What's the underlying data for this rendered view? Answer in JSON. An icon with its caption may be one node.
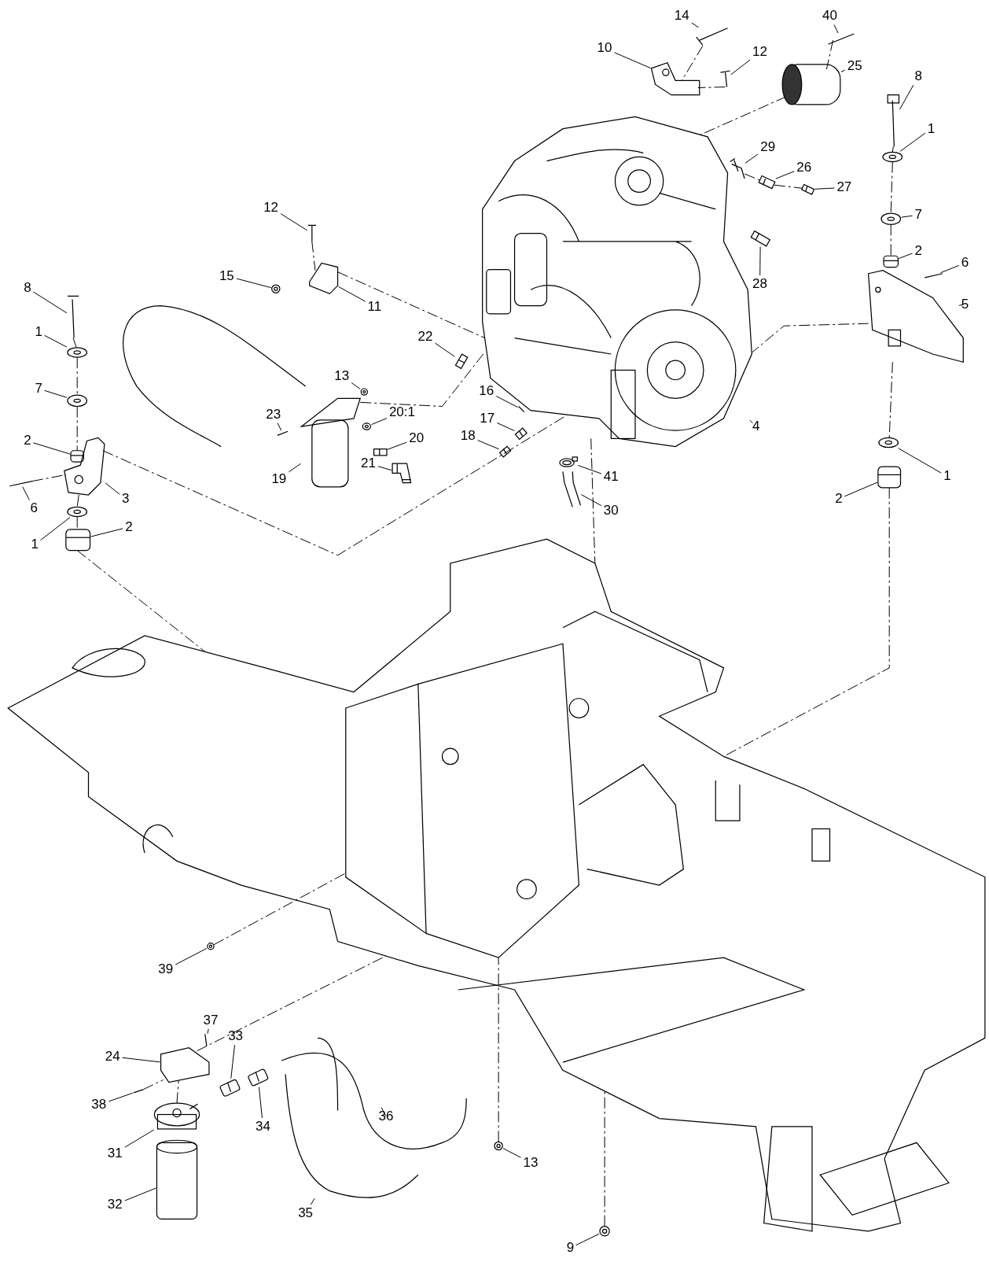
{
  "diagram": {
    "nodes": [
      {
        "text": [
          "14"
        ]
      },
      {
        "text": [
          "40"
        ]
      },
      {
        "text": [
          "10"
        ]
      },
      {
        "text": [
          "12"
        ]
      },
      {
        "text": [
          "25"
        ]
      },
      {
        "text": [
          "8"
        ]
      },
      {
        "text": [
          "1"
        ]
      },
      {
        "text": [
          "29"
        ]
      },
      {
        "text": [
          "26"
        ]
      },
      {
        "text": [
          "27"
        ]
      },
      {
        "text": [
          "7"
        ]
      },
      {
        "text": [
          "12"
        ]
      },
      {
        "text": [
          "2"
        ]
      },
      {
        "text": [
          "6"
        ]
      },
      {
        "text": [
          "15"
        ]
      },
      {
        "text": [
          "11"
        ]
      },
      {
        "text": [
          "28"
        ]
      },
      {
        "text": [
          "5"
        ]
      },
      {
        "text": [
          "8"
        ]
      },
      {
        "text": [
          "1"
        ]
      },
      {
        "text": [
          "22"
        ]
      },
      {
        "text": [
          "7"
        ]
      },
      {
        "text": [
          "13"
        ]
      },
      {
        "text": [
          "16"
        ]
      },
      {
        "text": [
          "4"
        ]
      },
      {
        "text": [
          "23"
        ]
      },
      {
        "text": [
          "20:1"
        ]
      },
      {
        "text": [
          "17"
        ]
      },
      {
        "text": [
          "20"
        ]
      },
      {
        "text": [
          "2"
        ]
      },
      {
        "text": [
          "18"
        ]
      },
      {
        "text": [
          "6"
        ]
      },
      {
        "text": [
          "3"
        ]
      },
      {
        "text": [
          "19"
        ]
      },
      {
        "text": [
          "21"
        ]
      },
      {
        "text": [
          "41"
        ]
      },
      {
        "text": [
          "1"
        ]
      },
      {
        "text": [
          "2"
        ]
      },
      {
        "text": [
          "30"
        ]
      },
      {
        "text": [
          "1"
        ]
      },
      {
        "text": [
          "2"
        ]
      },
      {
        "text": [
          "39"
        ]
      },
      {
        "text": [
          "37"
        ]
      },
      {
        "text": [
          "33"
        ]
      },
      {
        "text": [
          "24"
        ]
      },
      {
        "text": [
          "36"
        ]
      },
      {
        "text": [
          "38"
        ]
      },
      {
        "text": [
          "34"
        ]
      },
      {
        "text": [
          "31"
        ]
      },
      {
        "text": [
          "13"
        ]
      },
      {
        "text": [
          "32"
        ]
      },
      {
        "text": [
          "35"
        ]
      },
      {
        "text": [
          "9"
        ]
      },
      {
        "text": [],
        "shape": "picture"
      },
      {
        "text": [],
        "shape": "picture"
      },
      {
        "text": [],
        "shape": "picture"
      },
      {
        "text": [],
        "shape": "picture"
      },
      {
        "text": [],
        "shape": "picture"
      },
      {
        "text": [],
        "shape": "picture"
      },
      {
        "text": [],
        "shape": "picture"
      },
      {
        "text": [],
        "shape": "picture"
      },
      {
        "text": [],
        "shape": "picture"
      },
      {
        "text": [],
        "shape": "picture"
      },
      {
        "text": [],
        "shape": "picture"
      },
      {
        "text": [],
        "shape": "picture"
      },
      {
        "text": [],
        "shape": "picture"
      },
      {
        "text": [],
        "shape": "picture"
      },
      {
        "text": [],
        "shape": "picture"
      },
      {
        "text": [],
        "shape": "picture"
      },
      {
        "text": [],
        "shape": "picture"
      },
      {
        "text": [],
        "shape": "picture"
      },
      {
        "text": [],
        "shape": "picture"
      },
      {
        "text": [],
        "shape": "picture"
      },
      {
        "text": [],
        "shape": "picture"
      },
      {
        "text": [],
        "shape": "picture"
      },
      {
        "text": [],
        "shape": "picture"
      },
      {
        "text": [],
        "shape": "picture"
      },
      {
        "text": [],
        "shape": "picture"
      },
      {
        "text": [],
        "shape": "picture"
      },
      {
        "text": [],
        "shape": "picture"
      },
      {
        "text": [],
        "shape": "picture"
      },
      {
        "text": [],
        "shape": "picture"
      },
      {
        "text": [],
        "shape": "picture"
      },
      {
        "text": [],
        "shape": "picture"
      },
      {
        "text": [],
        "shape": "picture"
      },
      {
        "text": [],
        "shape": "picture"
      },
      {
        "text": [],
        "shape": "picture"
      },
      {
        "text": [],
        "shape": "picture"
      },
      {
        "text": [],
        "shape": "picture"
      },
      {
        "text": [],
        "shape": "picture"
      },
      {
        "text": [],
        "shape": "picture"
      },
      {
        "text": [],
        "shape": "picture"
      },
      {
        "text": [],
        "shape": "picture"
      },
      {
        "text": [],
        "shape": "picture"
      },
      {
        "text": [],
        "shape": "picture"
      },
      {
        "text": [],
        "shape": "picture"
      },
      {
        "text": [],
        "shape": "picture"
      },
      {
        "text": [],
        "shape": "picture"
      },
      {
        "text": [],
        "shape": "picture"
      },
      {
        "text": [],
        "shape": "picture"
      },
      {
        "text": [],
        "shape": "picture"
      },
      {
        "text": [],
        "shape": "picture"
      },
      {
        "text": [],
        "shape": "picture"
      },
      {
        "text": [],
        "shape": "picture"
      },
      {
        "text": [],
        "shape": "picture"
      },
      {
        "text": [],
        "shape": "picture"
      },
      {
        "text": [],
        "shape": "picture"
      }
    ],
    "edges": [
      {
        "from": 0,
        "to": 53,
        "arrow": "none"
      },
      {
        "from": 1,
        "to": 54,
        "arrow": "none"
      },
      {
        "from": 2,
        "to": 55,
        "arrow": "none"
      },
      {
        "from": 3,
        "to": 56,
        "arrow": "none"
      },
      {
        "from": 4,
        "to": 57,
        "arrow": "none"
      },
      {
        "from": 5,
        "to": 58,
        "arrow": "none"
      },
      {
        "from": 6,
        "to": 59,
        "arrow": "none"
      },
      {
        "from": 7,
        "to": 60,
        "arrow": "none"
      },
      {
        "from": 8,
        "to": 61,
        "arrow": "none"
      },
      {
        "from": 9,
        "to": 62,
        "arrow": "none"
      },
      {
        "from": 10,
        "to": 63,
        "arrow": "none"
      },
      {
        "from": 11,
        "to": 64,
        "arrow": "none"
      },
      {
        "from": 12,
        "to": 65,
        "arrow": "none"
      },
      {
        "from": 13,
        "to": 66,
        "arrow": "none"
      },
      {
        "from": 14,
        "to": 67,
        "arrow": "none"
      },
      {
        "from": 15,
        "to": 68,
        "arrow": "none"
      },
      {
        "from": 16,
        "to": 69,
        "arrow": "none"
      },
      {
        "from": 17,
        "to": 70,
        "arrow": "none"
      },
      {
        "from": 18,
        "to": 71,
        "arrow": "none"
      },
      {
        "from": 19,
        "to": 72,
        "arrow": "none"
      },
      {
        "from": 20,
        "to": 73,
        "arrow": "none"
      },
      {
        "from": 21,
        "to": 74,
        "arrow": "none"
      },
      {
        "from": 22,
        "to": 75,
        "arrow": "none"
      },
      {
        "from": 23,
        "to": 76,
        "arrow": "none"
      },
      {
        "from": 24,
        "to": 77,
        "arrow": "none"
      },
      {
        "from": 25,
        "to": 78,
        "arrow": "none"
      },
      {
        "from": 26,
        "to": 79,
        "arrow": "none"
      },
      {
        "from": 27,
        "to": 80,
        "arrow": "none"
      },
      {
        "from": 28,
        "to": 81,
        "arrow": "none"
      },
      {
        "from": 29,
        "to": 82,
        "arrow": "none"
      },
      {
        "from": 30,
        "to": 83,
        "arrow": "none"
      },
      {
        "from": 31,
        "to": 84,
        "arrow": "none"
      },
      {
        "from": 32,
        "to": 85,
        "arrow": "none"
      },
      {
        "from": 33,
        "to": 86,
        "arrow": "none"
      },
      {
        "from": 34,
        "to": 87,
        "arrow": "none"
      },
      {
        "from": 35,
        "to": 88,
        "arrow": "none"
      },
      {
        "from": 36,
        "to": 89,
        "arrow": "none"
      },
      {
        "from": 37,
        "to": 90,
        "arrow": "none"
      },
      {
        "from": 38,
        "to": 91,
        "arrow": "none"
      },
      {
        "from": 39,
        "to": 92,
        "arrow": "none"
      },
      {
        "from": 40,
        "to": 93,
        "arrow": "none"
      },
      {
        "from": 41,
        "to": 94,
        "arrow": "none"
      },
      {
        "from": 42,
        "to": 95,
        "arrow": "none"
      },
      {
        "from": 43,
        "to": 96,
        "arrow": "none"
      },
      {
        "from": 44,
        "to": 97,
        "arrow": "none"
      },
      {
        "from": 45,
        "to": 98,
        "arrow": "none"
      },
      {
        "from": 46,
        "to": 99,
        "arrow": "none"
      },
      {
        "from": 47,
        "to": 100,
        "arrow": "none"
      },
      {
        "from": 48,
        "to": 101,
        "arrow": "none"
      },
      {
        "from": 49,
        "to": 102,
        "arrow": "none"
      },
      {
        "from": 50,
        "to": 103,
        "arrow": "none"
      },
      {
        "from": 51,
        "to": 104,
        "arrow": "none"
      },
      {
        "from": 52,
        "to": 105,
        "arrow": "none"
      },
      {
        "from": 53,
        "to": 55,
        "arrow": "none",
        "style": "dashed"
      },
      {
        "from": 56,
        "to": 55,
        "arrow": "none",
        "style": "dashed"
      },
      {
        "from": 54,
        "to": 57,
        "arrow": "none",
        "style": "dashed"
      },
      {
        "from": 57,
        "to": 77,
        "arrow": "none",
        "style": "dashed"
      },
      {
        "from": 58,
        "to": 59,
        "arrow": "none",
        "style": "dashed"
      },
      {
        "from": 59,
        "to": 63,
        "arrow": "none",
        "style": "dashed"
      },
      {
        "from": 63,
        "to": 65,
        "arrow": "none",
        "style": "dashed"
      },
      {
        "from": 60,
        "to": 61,
        "arrow": "none",
        "style": "dashed"
      },
      {
        "from": 61,
        "to": 62,
        "arrow": "none",
        "style": "dashed"
      },
      {
        "from": 64,
        "to": 68,
        "arrow": "none",
        "style": "dashed"
      },
      {
        "from": 68,
        "to": 77,
        "arrow": "none",
        "style": "dashed"
      },
      {
        "from": 77,
        "to": 70,
        "arrow": "none",
        "style": "dashed"
      },
      {
        "from": 70,
        "to": 89,
        "arrow": "none",
        "style": "dashed"
      },
      {
        "from": 90,
        "to": 106,
        "arrow": "none",
        "style": "dashed"
      },
      {
        "from": 71,
        "to": 72,
        "arrow": "none",
        "style": "dashed"
      },
      {
        "from": 72,
        "to": 74,
        "arrow": "none",
        "style": "dashed"
      },
      {
        "from": 74,
        "to": 82,
        "arrow": "none",
        "style": "dashed"
      },
      {
        "from": 84,
        "to": 85,
        "arrow": "none",
        "style": "dashed"
      },
      {
        "from": 85,
        "to": 92,
        "arrow": "none",
        "style": "dashed"
      },
      {
        "from": 92,
        "to": 93,
        "arrow": "none",
        "style": "dashed"
      },
      {
        "from": 93,
        "to": 106,
        "arrow": "none",
        "style": "dashed"
      },
      {
        "from": 85,
        "to": 77,
        "arrow": "none",
        "style": "dashed"
      },
      {
        "from": 86,
        "to": 77,
        "arrow": "none",
        "style": "dashed"
      },
      {
        "from": 77,
        "to": 106,
        "arrow": "none",
        "style": "dashed"
      },
      {
        "from": 102,
        "to": 106,
        "arrow": "none",
        "style": "dashed"
      },
      {
        "from": 94,
        "to": 106,
        "arrow": "none",
        "style": "dashed"
      },
      {
        "from": 97,
        "to": 106,
        "arrow": "none",
        "style": "dashed"
      },
      {
        "from": 99,
        "to": 97,
        "arrow": "none",
        "style": "dashed"
      },
      {
        "from": 101,
        "to": 97,
        "arrow": "none",
        "style": "dashed"
      },
      {
        "from": 105,
        "to": 106,
        "arrow": "none",
        "style": "dashed"
      }
    ]
  }
}
